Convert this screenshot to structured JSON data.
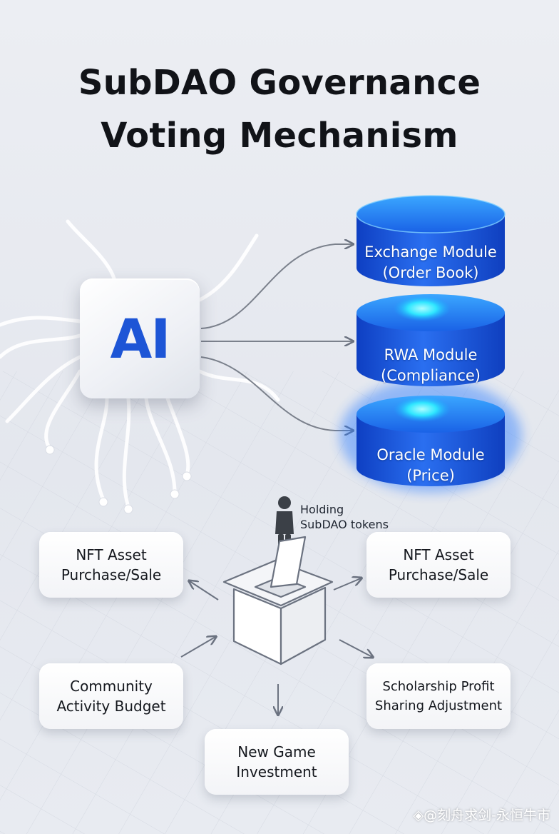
{
  "title": {
    "line1": "SubDAO Governance",
    "line2": "Voting Mechanism"
  },
  "ai_chip": {
    "label": "AI",
    "icon": "ai-chip-icon"
  },
  "modules": [
    {
      "line1": "Exchange Module",
      "line2": "(Order Book)"
    },
    {
      "line1": "RWA Module",
      "line2": "(Compliance)"
    },
    {
      "line1": "Oracle Module",
      "line2": "(Price)"
    }
  ],
  "voter": {
    "icon": "person-icon",
    "line1": "Holding",
    "line2": "SubDAO tokens"
  },
  "ballot_box": {
    "icon": "ballot-box-icon"
  },
  "options": [
    {
      "line1": "NFT Asset",
      "line2": "Purchase/Sale"
    },
    {
      "line1": "NFT Asset",
      "line2": "Purchase/Sale"
    },
    {
      "line1": "Community",
      "line2": "Activity Budget"
    },
    {
      "line1": "Scholarship Profit",
      "line2": "Sharing Adjustment"
    },
    {
      "line1": "New Game",
      "line2": "Investment"
    }
  ],
  "watermark": "◈@刻舟求剑-永恒牛市",
  "colors": {
    "module_blue": "#1a5fe0",
    "module_glow": "#2ee8ff",
    "ai_text": "#1d55d6",
    "line_gray": "#6b7280"
  }
}
